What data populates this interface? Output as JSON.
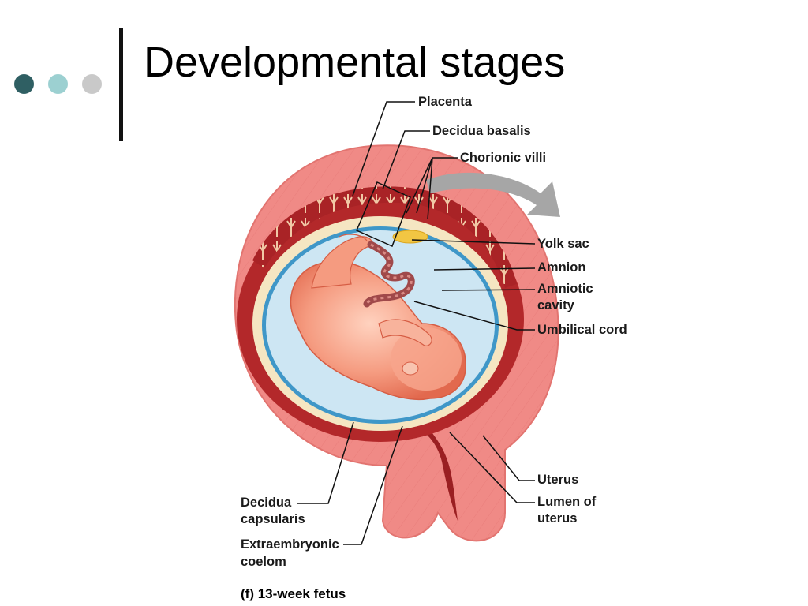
{
  "slide": {
    "title": "Developmental stages",
    "dots": [
      {
        "color": "#2f5f63"
      },
      {
        "color": "#9cd0d1"
      },
      {
        "color": "#c9c9c9"
      }
    ]
  },
  "figure": {
    "caption": "(f) 13-week fetus",
    "labels": {
      "placenta": "Placenta",
      "decidua_basalis": "Decidua basalis",
      "chorionic_villi": "Chorionic villi",
      "yolk_sac": "Yolk sac",
      "amnion": "Amnion",
      "amniotic_cavity_1": "Amniotic",
      "amniotic_cavity_2": "cavity",
      "umbilical_cord": "Umbilical cord",
      "uterus": "Uterus",
      "lumen_1": "Lumen of",
      "lumen_2": "uterus",
      "decidua_capsularis_1": "Decidua",
      "decidua_capsularis_2": "capsularis",
      "extraembryonic_1": "Extraembryonic",
      "extraembryonic_2": "coelom"
    },
    "colors": {
      "uterus_wall": "#f08a86",
      "decidua": "#b3282a",
      "chorion": "#f5e6c2",
      "amnion": "#3f97c8",
      "amniotic_fluid": "#cde6f3",
      "fetus": "#f4937a",
      "umbilical_cord": "#a0494a",
      "yolk_sac": "#f2c643",
      "arrow": "#a6a6a6"
    }
  }
}
